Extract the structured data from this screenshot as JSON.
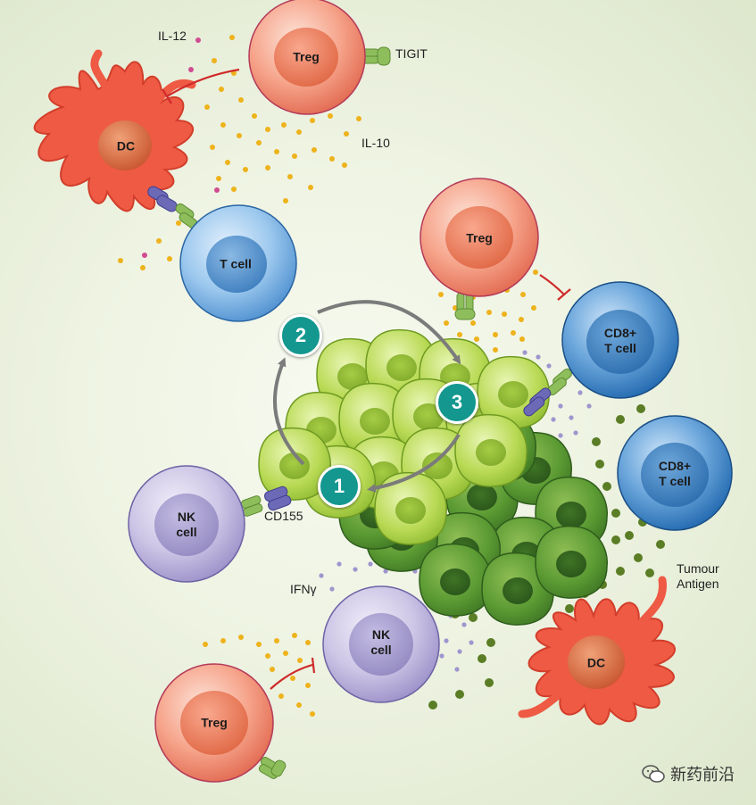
{
  "labels": {
    "il12": "IL-12",
    "tigit": "TIGIT",
    "il10": "IL-10",
    "cd155": "CD155",
    "ifng": "IFNγ",
    "tumour_antigen": [
      "Tumour",
      "Antigen"
    ]
  },
  "cells": {
    "treg_top": "Treg",
    "dc_top": "DC",
    "t_cell": "T cell",
    "treg_mid": "Treg",
    "cd8_top": [
      "CD8+",
      "T cell"
    ],
    "cd8_mid": [
      "CD8+",
      "T cell"
    ],
    "nk_left": [
      "NK",
      "cell"
    ],
    "nk_bottom": [
      "NK",
      "cell"
    ],
    "dc_bottom": "DC",
    "treg_bottom": "Treg"
  },
  "steps": [
    "1",
    "2",
    "3"
  ],
  "watermark": "新药前沿",
  "colors": {
    "treg": "#f2806a",
    "dc": "#ee5a44",
    "t_cell": "#5b9ed8",
    "cd8": "#2f7fc4",
    "nk": "#b3a9d6",
    "tumour_light": "#b5d84b",
    "tumour_dark": "#4e8a2c",
    "step": "#13978f",
    "il10_dot": "#eeb21b",
    "il12_dot": "#d04c92",
    "ifng_dot": "#9f95cf",
    "antigen_dot": "#5a7d25",
    "inhibition": "#cf2a2a",
    "arrow": "#7b7b7b"
  }
}
